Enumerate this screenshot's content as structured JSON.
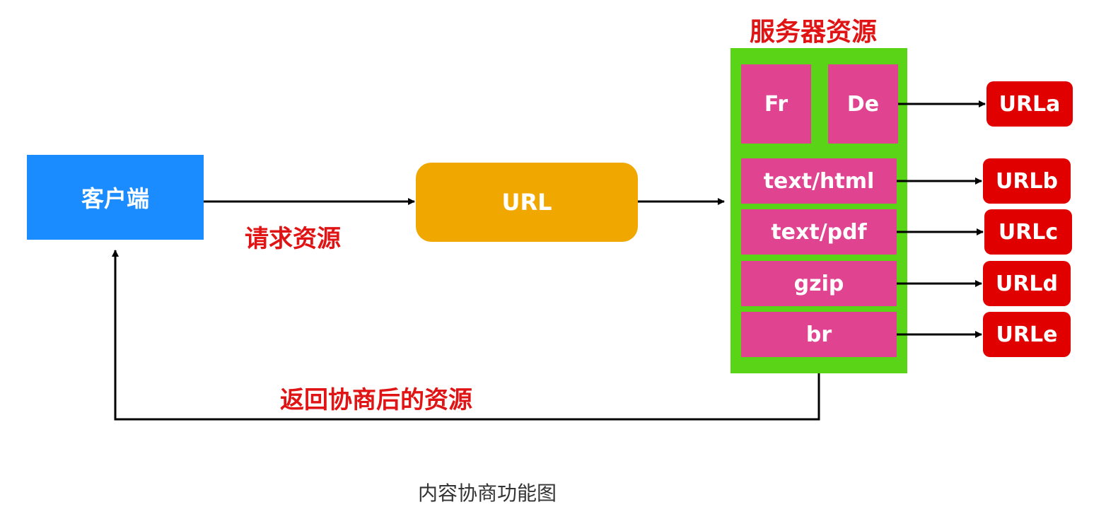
{
  "server_title": "服务器资源",
  "client_label": "客户端",
  "url_label": "URL",
  "request_label": "请求资源",
  "return_label": "返回协商后的资源",
  "resources": {
    "fr": "Fr",
    "de": "De",
    "html": "text/html",
    "pdf": "text/pdf",
    "gzip": "gzip",
    "br": "br"
  },
  "urls": {
    "a": "URLa",
    "b": "URLb",
    "c": "URLc",
    "d": "URLd",
    "e": "URLe"
  },
  "caption": "内容协商功能图",
  "colors": {
    "client": "#1a8cff",
    "url": "#f0a800",
    "server_panel": "#5ad416",
    "resource": "#e0438f",
    "url_pill": "#e00000",
    "label_red": "#e01414"
  }
}
